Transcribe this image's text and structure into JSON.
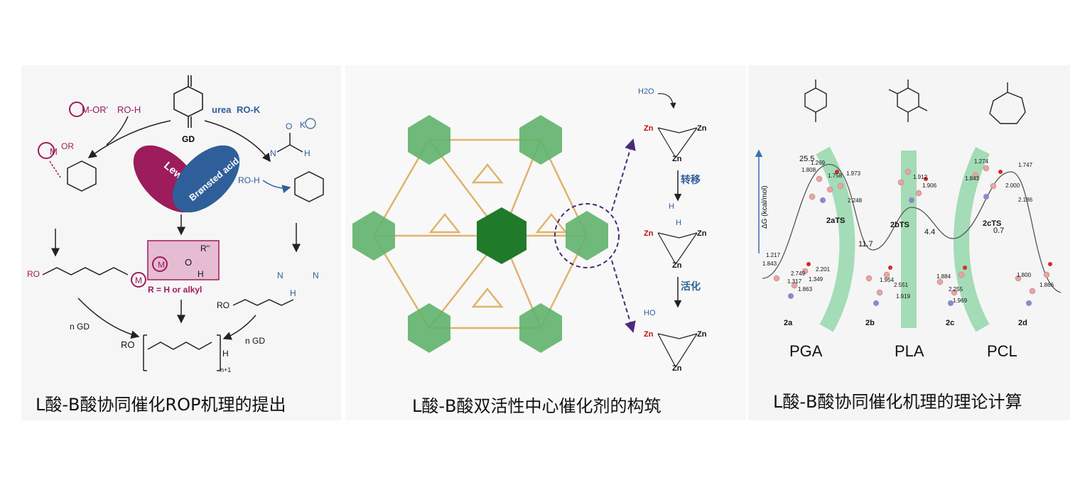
{
  "panel1": {
    "caption": "L酸-B酸协同催化ROP机理的提出",
    "gd_label": "GD",
    "reagent_left": "M-OR'",
    "reagent_left2": "RO-H",
    "reagent_right_a": "urea",
    "reagent_right_b": "RO-K",
    "lewis_label": "Lewis acid",
    "bronsted_label": "Brønsted acid",
    "complex_note": "R = H or alkyl",
    "complex_r": "R''",
    "n_gd_left": "n GD",
    "n_gd_right": "n GD",
    "k_plus": "K",
    "ro_h": "RO-H",
    "subscript": "n+1"
  },
  "panel2": {
    "caption": "L酸-B酸双活性中心催化剂的构筑",
    "h2o": "H2O",
    "zn": "Zn",
    "ho": "HO",
    "step1": "转移",
    "step2": "活化"
  },
  "panel3": {
    "caption": "L酸-B酸协同催化机理的理论计算",
    "axis_label": "ΔG (kcal/mol)",
    "energies": [
      "25.5",
      "11.7",
      "4.4",
      "0.7"
    ],
    "ts_labels": [
      "2aTS",
      "2bTS",
      "2cTS"
    ],
    "species": [
      "2a",
      "2b",
      "2c",
      "2d"
    ],
    "products": [
      "PGA",
      "PLA",
      "PCL"
    ],
    "bonds": [
      "1.269",
      "1.808",
      "1.758",
      "1.973",
      "2.248",
      "1.912",
      "1.906",
      "1.274",
      "1.747",
      "1.843",
      "2.000",
      "2.186",
      "1.217",
      "1.843",
      "2.201",
      "2.749",
      "1.317",
      "1.349",
      "1.863",
      "1.954",
      "2.551",
      "1.919",
      "1.884",
      "2.255",
      "1.969",
      "1.800",
      "1.866"
    ]
  },
  "colors": {
    "green": "#2e8b3a",
    "lewis": "#9c1c5c",
    "bronsted": "#2f5f9a",
    "orange": "#d9a24a",
    "purple": "#4b2a7a"
  }
}
